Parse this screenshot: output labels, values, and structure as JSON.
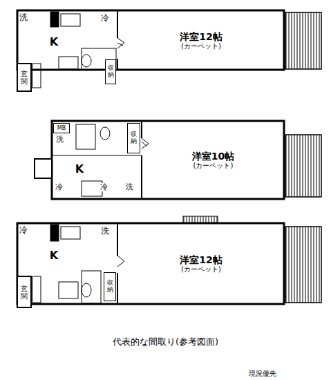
{
  "diagram": {
    "caption": "代表的な間取り(参考図面)",
    "nodes": [
      {
        "text": [
          "洋室12帖",
          "(カーペット)"
        ]
      },
      {
        "text": [
          "K"
        ]
      },
      {
        "text": [
          "玄関"
        ]
      },
      {
        "text": [
          "収納"
        ]
      },
      {
        "text": [
          "洋室10帖",
          "(カーペット)"
        ]
      },
      {
        "text": [
          "K"
        ]
      },
      {
        "text": [
          "収納"
        ]
      },
      {
        "text": [
          "MB"
        ]
      },
      {
        "text": [
          "洋室12帖",
          "(カーペット)"
        ]
      },
      {
        "text": [
          "K"
        ]
      },
      {
        "text": [
          "玄関"
        ]
      },
      {
        "text": [
          "収納"
        ]
      }
    ],
    "labels": [
      "洗",
      "冷",
      "洗",
      "冷",
      "洗",
      "冷",
      "洗",
      "冷",
      "現況優先"
    ]
  }
}
